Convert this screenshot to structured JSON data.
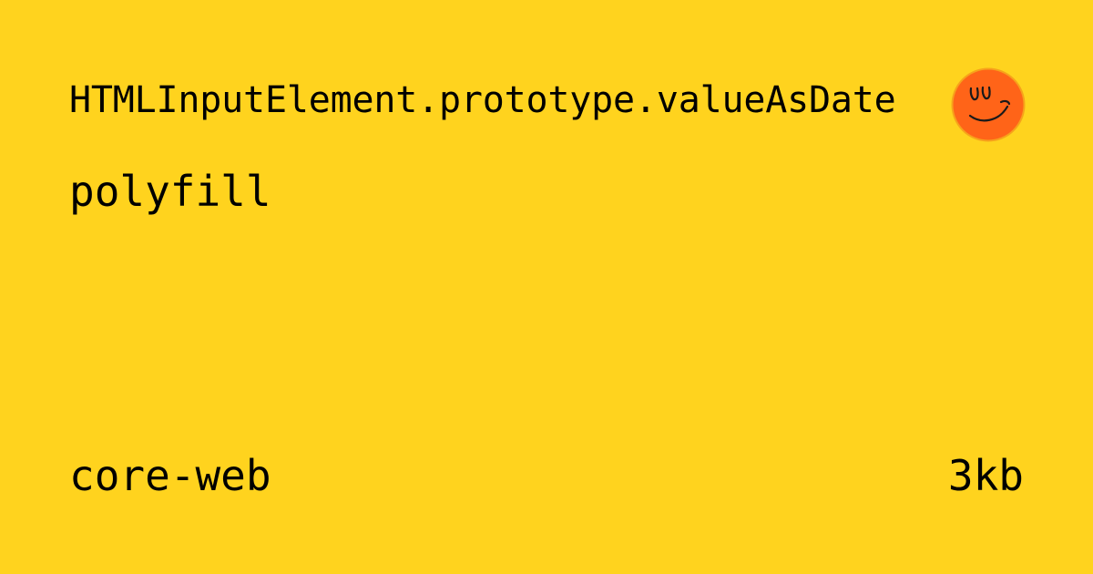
{
  "card": {
    "title": "HTMLInputElement.prototype.valueAsDate",
    "subtitle": "polyfill",
    "package": "core-web",
    "size": "3kb"
  },
  "logo": {
    "icon": "smiley-face-icon"
  },
  "colors": {
    "background": "#FFD31E",
    "text": "#000000",
    "logo_fill": "#FF6418",
    "logo_stroke": "#F7A21B",
    "logo_lines": "#1A1A1A"
  }
}
